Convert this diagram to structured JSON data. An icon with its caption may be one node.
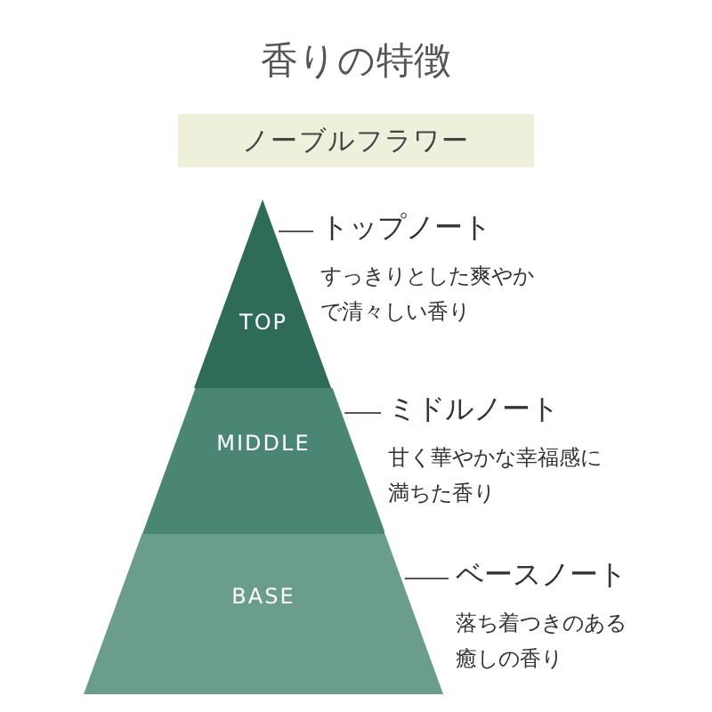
{
  "diagram": {
    "title": "香りの特徴",
    "nodes": [
      {
        "text": [
          "ノーブルフラワー"
        ]
      },
      {
        "text": [
          "TOP"
        ]
      },
      {
        "text": [
          "トップノート",
          "すっきりとした爽やかで清々しい香り"
        ]
      },
      {
        "text": [
          "MIDDLE"
        ]
      },
      {
        "text": [
          "ミドルノート",
          "甘く華やかな幸福感に満ちた香り"
        ]
      },
      {
        "text": [
          "BASE"
        ]
      },
      {
        "text": [
          "ベースノート",
          "落ち着つきのある癒しの香り"
        ]
      }
    ],
    "edges": [
      {
        "from": 2,
        "to": 1,
        "arrow": "none"
      },
      {
        "from": 4,
        "to": 3,
        "arrow": "none"
      },
      {
        "from": 6,
        "to": 5,
        "arrow": "none"
      }
    ]
  }
}
